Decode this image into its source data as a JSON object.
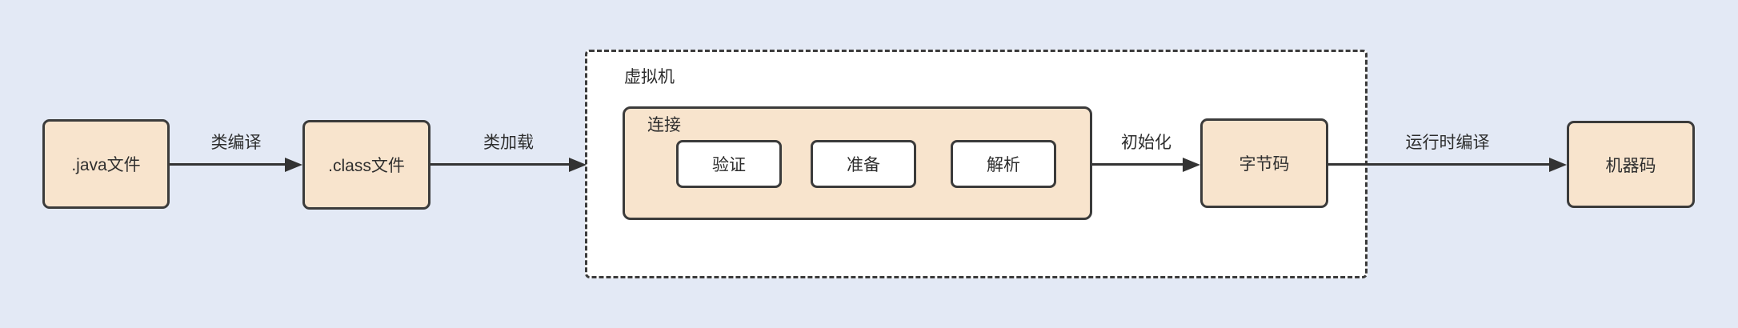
{
  "diagram": {
    "nodes": {
      "java_file": ".java文件",
      "class_file": ".class文件",
      "bytecode": "字节码",
      "machine_code": "机器码"
    },
    "containers": {
      "vm_label": "虚拟机",
      "linking_label": "连接"
    },
    "linking_steps": [
      "验证",
      "准备",
      "解析"
    ],
    "edges": {
      "compile_label": "类编译",
      "load_label": "类加载",
      "init_label": "初始化",
      "runtime_compile_label": "运行时编译"
    },
    "colors": {
      "background": "#e3e9f5",
      "node_fill": "#f8e4cd",
      "node_border": "#3b3b3b",
      "vm_fill": "#ffffff",
      "step_fill": "#ffffff",
      "arrow": "#333333",
      "text": "#2e2e2e"
    }
  }
}
